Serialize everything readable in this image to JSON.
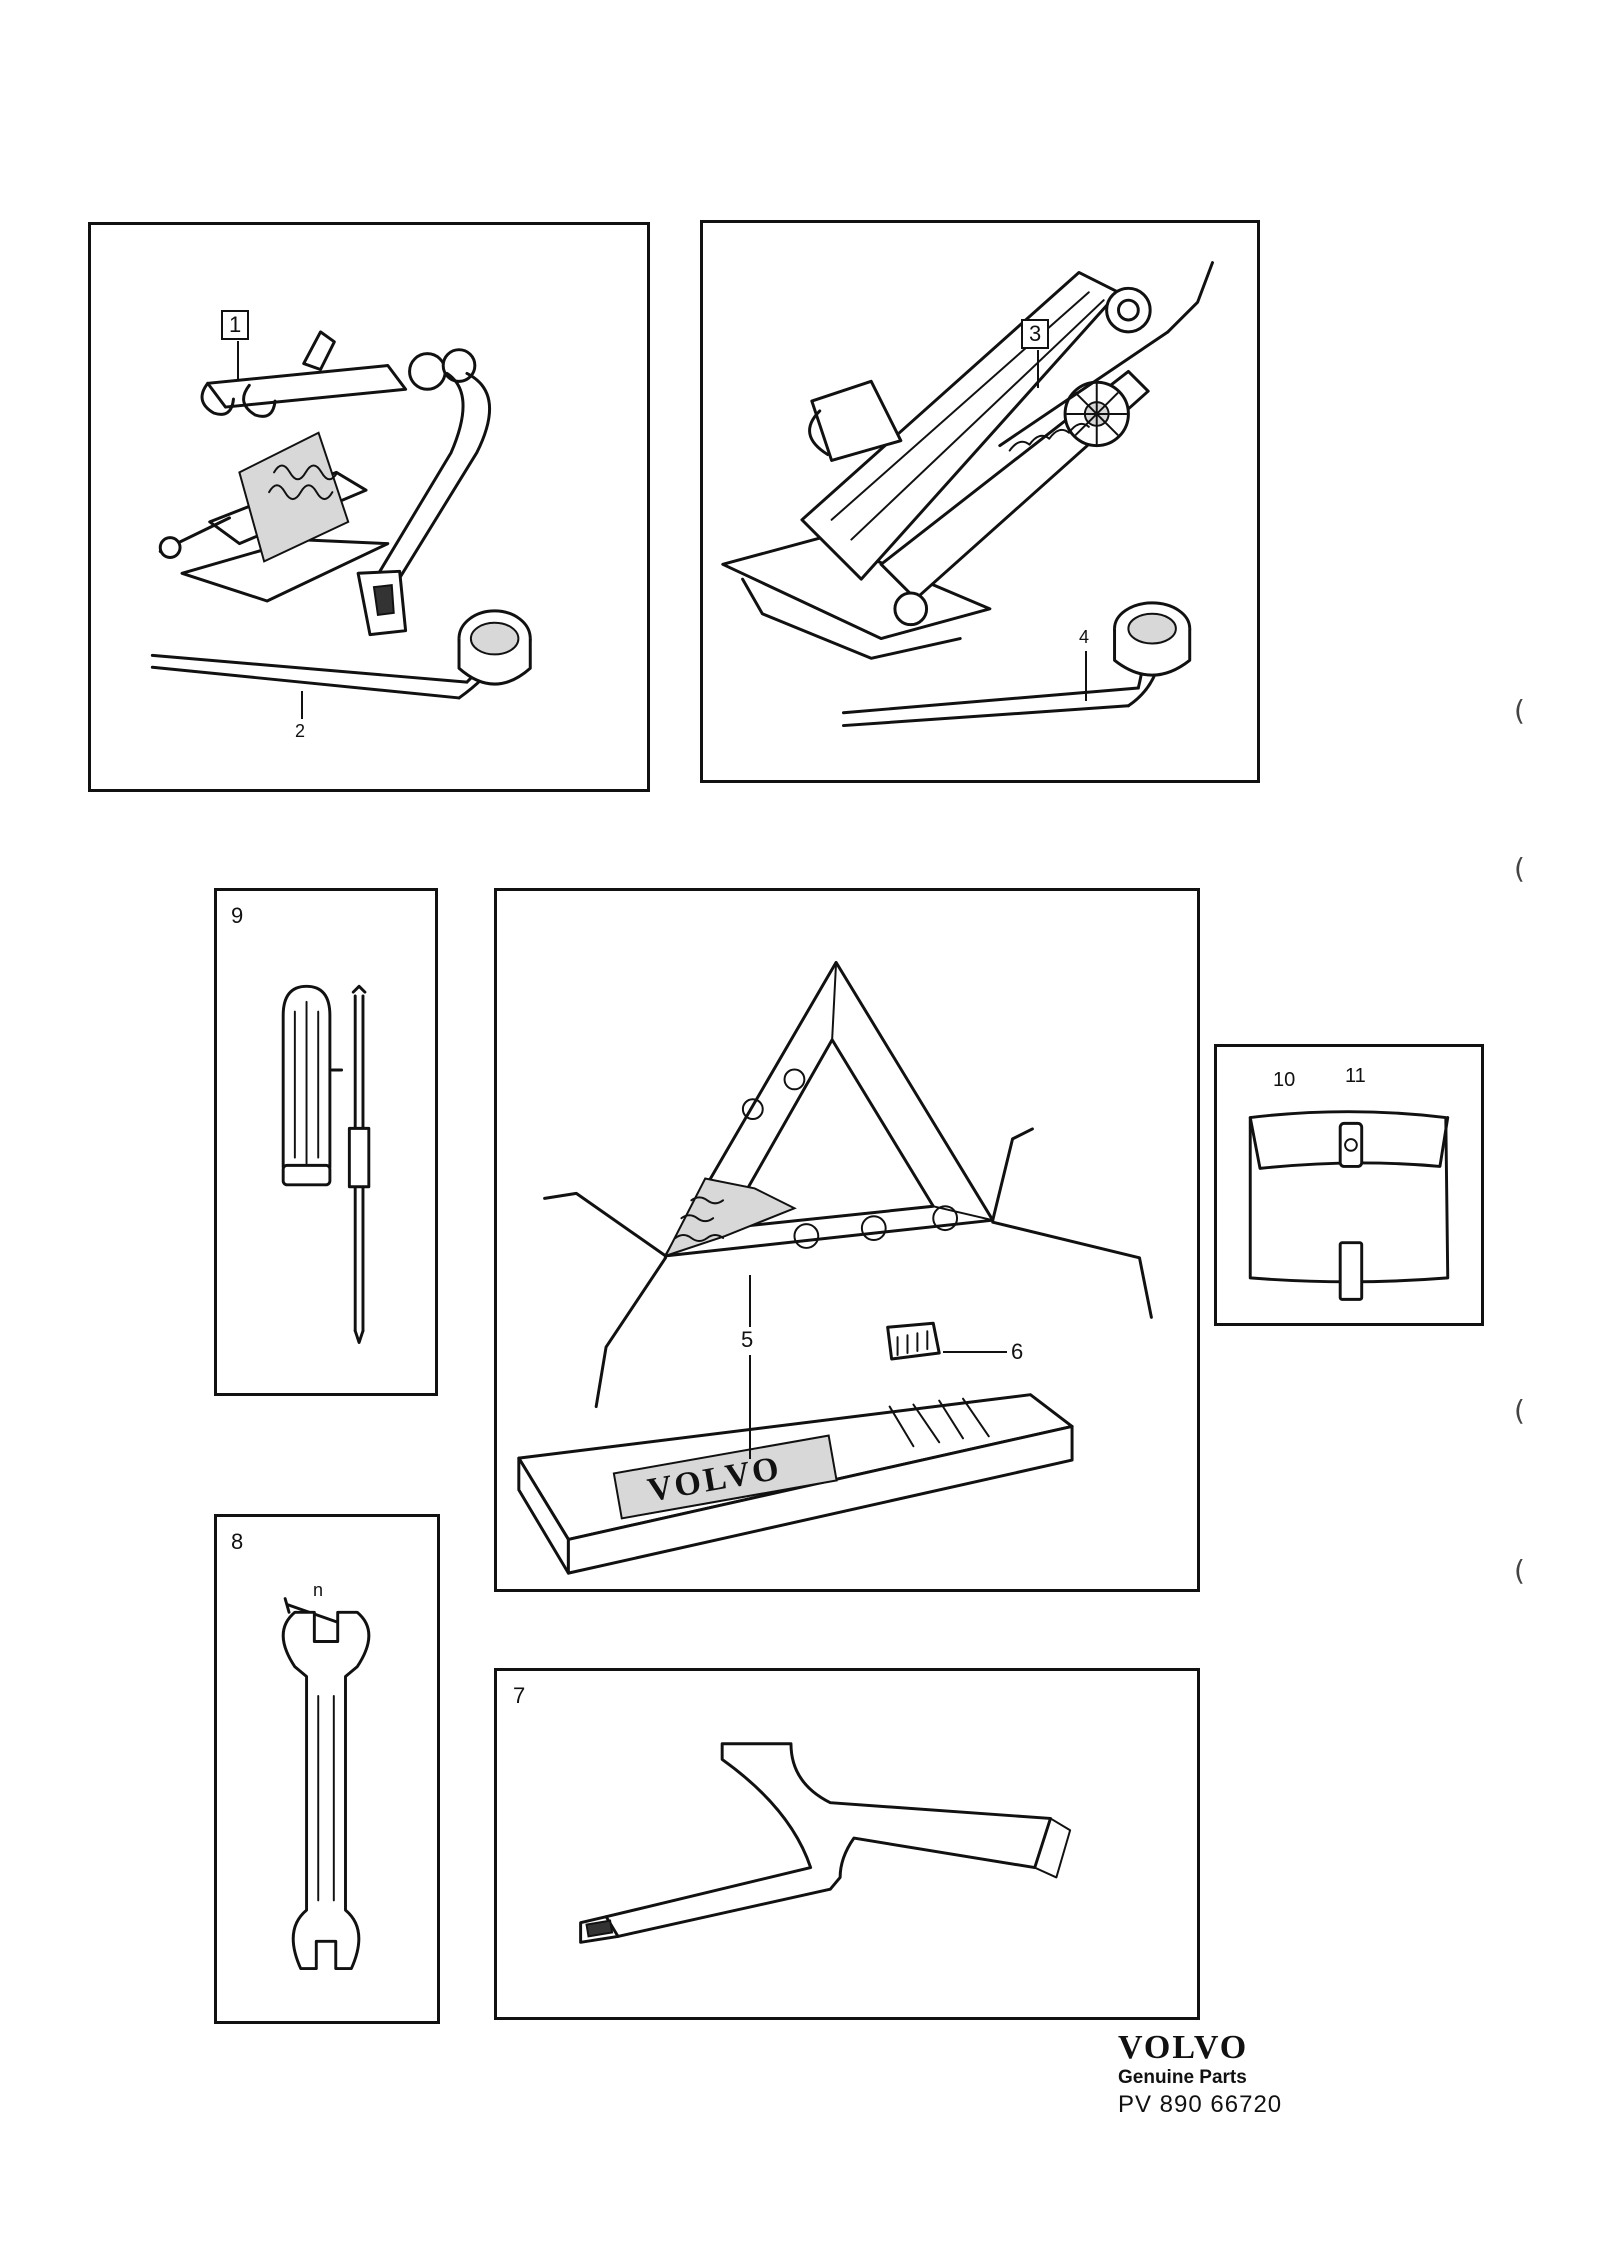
{
  "panels": {
    "jack_a": {
      "callouts": {
        "jack": "1",
        "handle": "2"
      }
    },
    "jack_b": {
      "callouts": {
        "jack": "3",
        "handle": "4"
      }
    },
    "screwdriver": {
      "callouts": {
        "item": "9"
      }
    },
    "triangle": {
      "callouts": {
        "triangle": "5",
        "clip": "6"
      },
      "case_logo": "VOLVO"
    },
    "pouch": {
      "callouts": {
        "pouch": "10",
        "strap": "11"
      }
    },
    "wrench": {
      "callouts": {
        "item": "8",
        "size": "n"
      }
    },
    "wheel_tool": {
      "callouts": {
        "item": "7"
      }
    }
  },
  "branding": {
    "logo": "VOLVO",
    "subtitle": "Genuine Parts",
    "code": "PV 890 66720"
  },
  "margin_marks": [
    "(",
    "(",
    "(",
    "("
  ]
}
